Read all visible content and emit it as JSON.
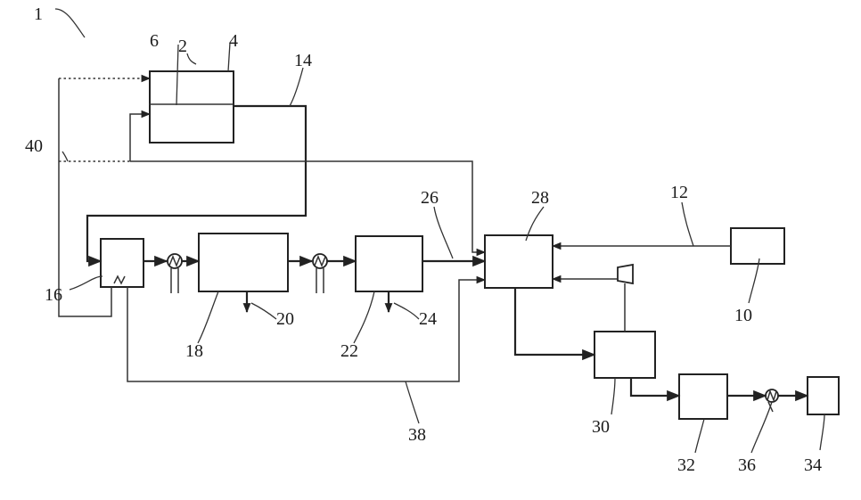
{
  "labels": {
    "system": "1",
    "l2": "2",
    "l4": "4",
    "l6": "6",
    "l10": "10",
    "l12": "12",
    "l14": "14",
    "l16": "16",
    "l18": "18",
    "l20": "20",
    "l22": "22",
    "l24": "24",
    "l26": "26",
    "l28": "28",
    "l30": "30",
    "l32": "32",
    "l34": "34",
    "l36": "36",
    "l38": "38",
    "l40": "40"
  },
  "colors": {
    "line": "#222222",
    "background": "#ffffff"
  }
}
